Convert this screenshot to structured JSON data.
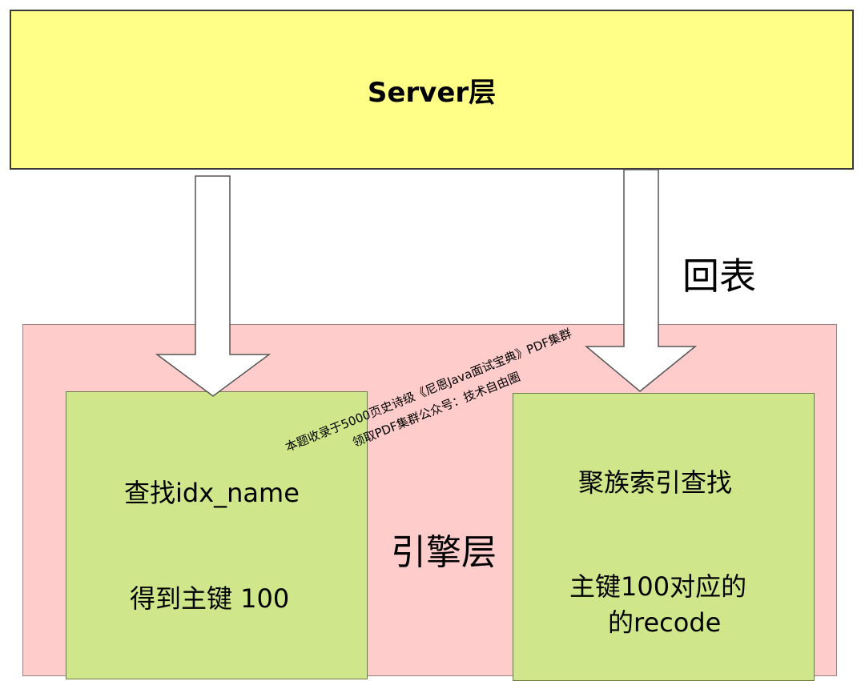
{
  "server": {
    "title": "Server层"
  },
  "engine": {
    "title": "引擎层"
  },
  "left_box": {
    "line1": "查找idx_name",
    "line2": "得到主键 100"
  },
  "right_box": {
    "line1": "聚族索引查找",
    "line2": "主键100对应的",
    "line3": "的recode"
  },
  "return_label": "回表",
  "watermark": {
    "line1": "本题收录于5000页史诗级《尼恩Java面试宝典》PDF集群",
    "line2": "领取PDF集群公众号：技术自由圈"
  },
  "colors": {
    "server_bg": "#ffff88",
    "engine_bg": "#ffcccc",
    "box_bg": "#cfe78a",
    "arrow_fill": "#ffffff"
  }
}
